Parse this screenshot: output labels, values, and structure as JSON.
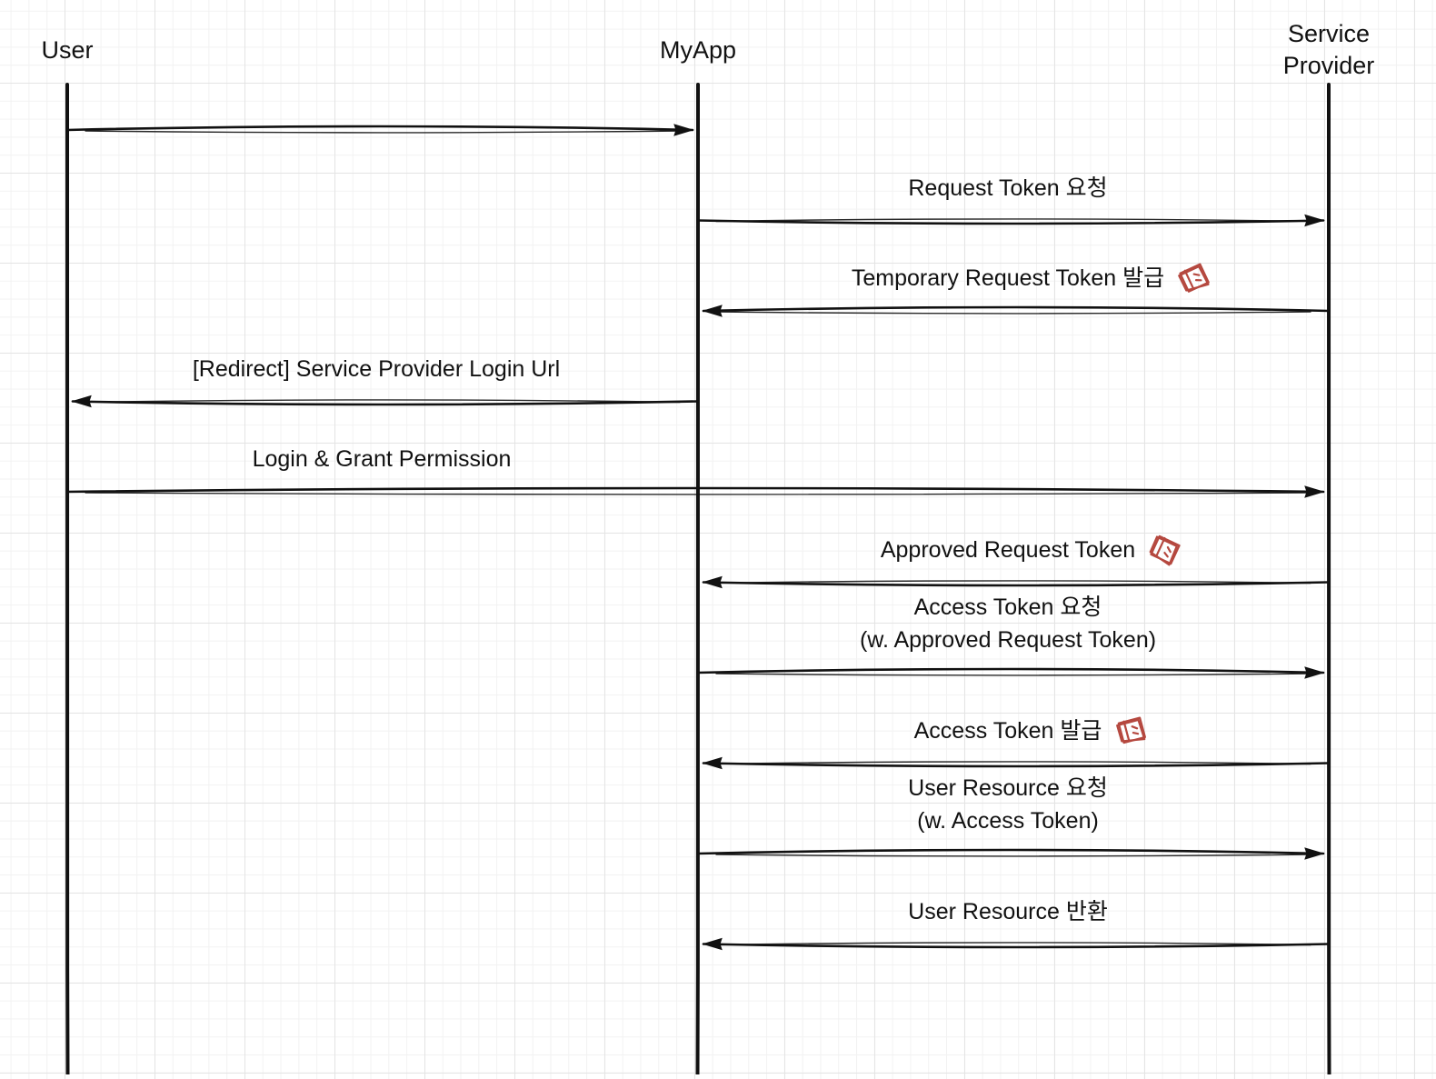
{
  "participants": [
    {
      "id": "user",
      "label": "User"
    },
    {
      "id": "myapp",
      "label": "MyApp"
    },
    {
      "id": "sp",
      "label": "Service\nProvider"
    }
  ],
  "messages": [
    {
      "from": "user",
      "to": "myapp",
      "label": ""
    },
    {
      "from": "myapp",
      "to": "sp",
      "label": "Request Token 요청"
    },
    {
      "from": "sp",
      "to": "myapp",
      "label": "Temporary Request Token 발급",
      "icon": "ticket-icon"
    },
    {
      "from": "myapp",
      "to": "user",
      "label": "[Redirect] Service Provider Login Url"
    },
    {
      "from": "user",
      "to": "sp",
      "label": "Login & Grant Permission"
    },
    {
      "from": "sp",
      "to": "myapp",
      "label": "Approved Request Token",
      "icon": "ticket-icon"
    },
    {
      "from": "myapp",
      "to": "sp",
      "label": "Access Token 요청\n(w. Approved Request Token)"
    },
    {
      "from": "sp",
      "to": "myapp",
      "label": "Access Token 발급",
      "icon": "ticket-icon"
    },
    {
      "from": "myapp",
      "to": "sp",
      "label": "User Resource 요청\n(w. Access Token)"
    },
    {
      "from": "sp",
      "to": "myapp",
      "label": "User Resource 반환"
    }
  ],
  "colors": {
    "ink": "#111111",
    "sticker": "#b5483f",
    "grid": "#e4e4e4"
  }
}
